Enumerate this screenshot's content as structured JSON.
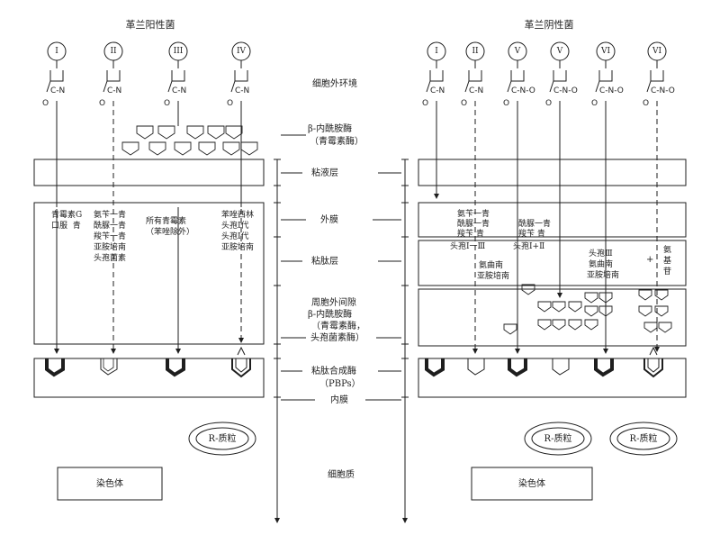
{
  "left_title": "革兰阳性菌",
  "right_title": "革兰阴性菌",
  "left_drug_types": [
    "I",
    "II",
    "III",
    "IV"
  ],
  "right_drug_types": [
    "I",
    "II",
    "V",
    "V",
    "VI",
    "VI"
  ],
  "structure_labels": {
    "extracellular": "细胞外环境",
    "lactamase_top": "β-内酰胺酶",
    "lactamase_top_sub": "（青霉素酶）",
    "mucus": "粘液层",
    "outer_membrane": "外膜",
    "peptidoglycan": "粘肽层",
    "periplasm_1": "周胞外间隙",
    "periplasm_2": "β-内酰胺酶",
    "periplasm_3": "（青霉素酶，",
    "periplasm_4": "头孢菌素酶）",
    "pbp_1": "粘肽合成酶",
    "pbp_2": "（PBPs）",
    "inner_membrane": "内膜",
    "cytoplasm": "细胞质"
  },
  "left_columns": [
    "青霉素G\n口服  青",
    "氨苄一青\n酰脲一青\n羧苄一青\n亚胺培南\n头孢菌素",
    "所有青霉素\n（苯唑除外）",
    "苯唑西林\n头孢I代\n头孢I代\n亚胺培南"
  ],
  "right_labels": {
    "om_1": "氨苄一青",
    "om_2": "酰脲一青",
    "om_3": "羧苄  青",
    "om_4": "酰脲一青",
    "om_5": "羧苄  青",
    "pg_1": "头孢I一Ⅲ",
    "pg_2": "头孢I+Ⅱ",
    "pg_3": "氨曲南",
    "pg_4": "亚胺培南",
    "pg_5": "头孢Ⅲ",
    "pg_6": "氨曲南",
    "pg_7": "亚胺培南",
    "pg_plus": "+",
    "pg_side": "氨\n基\n苷"
  },
  "plasmid": "R-质粒",
  "chromosome": "染色体"
}
